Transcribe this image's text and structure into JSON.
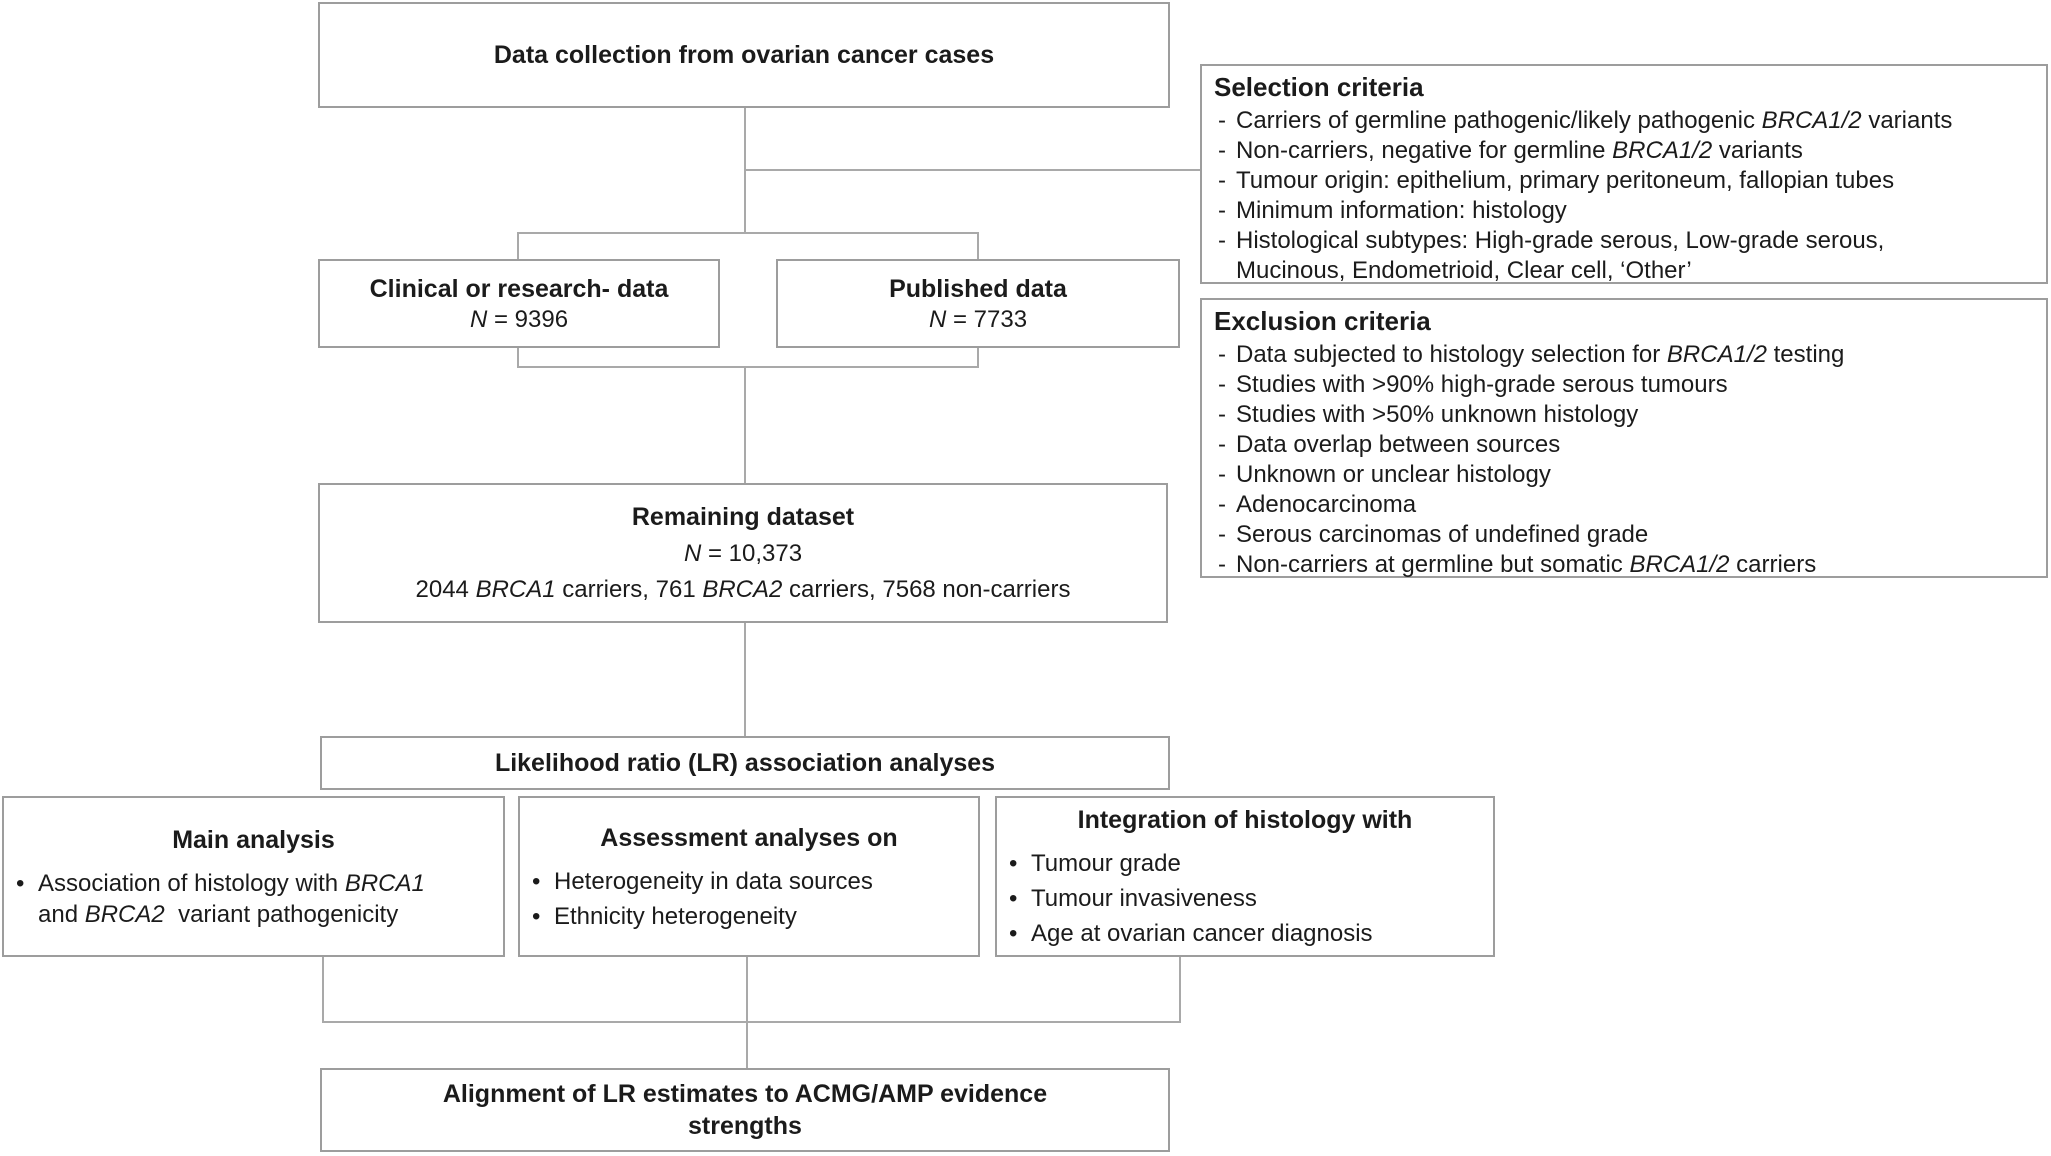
{
  "figure": {
    "colors": {
      "border": "#9d9d9d",
      "line": "#a9a9a9",
      "text": "#1b1b1b",
      "background": "#ffffff"
    },
    "top_box": {
      "title": "Data collection from ovarian cancer cases"
    },
    "clinical_box": {
      "title": "Clinical or research- data",
      "n_line": [
        {
          "t": "N",
          "i": true
        },
        {
          "t": " = 9396"
        }
      ]
    },
    "published_box": {
      "title": "Published data",
      "n_line": [
        {
          "t": "N",
          "i": true
        },
        {
          "t": " = 7733"
        }
      ]
    },
    "selection_box": {
      "heading": "Selection criteria",
      "marker": "-",
      "items": [
        [
          {
            "t": "Carriers of germline pathogenic/likely pathogenic "
          },
          {
            "t": "BRCA1/2",
            "i": true
          },
          {
            "t": " variants"
          }
        ],
        [
          {
            "t": "Non-carriers, negative for germline "
          },
          {
            "t": "BRCA1/2",
            "i": true
          },
          {
            "t": " variants"
          }
        ],
        [
          {
            "t": "Tumour origin: epithelium, primary peritoneum, fallopian tubes"
          }
        ],
        [
          {
            "t": "Minimum information: histology"
          }
        ],
        [
          {
            "t": "Histological subtypes: High-grade serous, Low-grade serous,"
          },
          {
            "br": true
          },
          {
            "t": "Mucinous, Endometrioid, Clear cell, ‘Other’"
          }
        ]
      ]
    },
    "exclusion_box": {
      "heading": "Exclusion criteria",
      "marker": "-",
      "items": [
        [
          {
            "t": "Data subjected to histology selection for "
          },
          {
            "t": "BRCA1/2",
            "i": true
          },
          {
            "t": " testing"
          }
        ],
        [
          {
            "t": "Studies with >90% high-grade serous tumours"
          }
        ],
        [
          {
            "t": "Studies with >50% unknown histology"
          }
        ],
        [
          {
            "t": "Data overlap between sources"
          }
        ],
        [
          {
            "t": "Unknown or unclear histology"
          }
        ],
        [
          {
            "t": "Adenocarcinoma"
          }
        ],
        [
          {
            "t": "Serous carcinomas of undefined grade"
          }
        ],
        [
          {
            "t": "Non-carriers at germline but somatic "
          },
          {
            "t": "BRCA1/2",
            "i": true
          },
          {
            "t": " carriers"
          }
        ]
      ]
    },
    "remaining_box": {
      "title": "Remaining dataset",
      "n_line": [
        {
          "t": "N",
          "i": true
        },
        {
          "t": " = 10,373"
        }
      ],
      "detail_line": [
        {
          "t": "2044 "
        },
        {
          "t": "BRCA1",
          "i": true
        },
        {
          "t": " carriers, 761 "
        },
        {
          "t": "BRCA2",
          "i": true
        },
        {
          "t": " carriers, 7568 non-carriers"
        }
      ]
    },
    "lr_box": {
      "title": "Likelihood ratio (LR) association analyses"
    },
    "main_analysis_box": {
      "title": "Main analysis",
      "marker": "•",
      "items": [
        [
          {
            "t": "Association of histology with "
          },
          {
            "t": "BRCA1",
            "i": true
          },
          {
            "br": true
          },
          {
            "t": "and "
          },
          {
            "t": "BRCA2",
            "i": true
          },
          {
            "t": "  variant pathogenicity"
          }
        ]
      ]
    },
    "assessment_box": {
      "title": "Assessment analyses on",
      "marker": "•",
      "items": [
        [
          {
            "t": "Heterogeneity in data sources"
          }
        ],
        [
          {
            "t": "Ethnicity heterogeneity"
          }
        ]
      ]
    },
    "integration_box": {
      "title": "Integration of histology with",
      "marker": "•",
      "items": [
        [
          {
            "t": "Tumour grade"
          }
        ],
        [
          {
            "t": "Tumour invasiveness"
          }
        ],
        [
          {
            "t": "Age at ovarian cancer diagnosis"
          }
        ]
      ]
    },
    "alignment_box": {
      "title_rich": [
        {
          "t": "Alignment of LR estimates to ACMG/AMP evidence"
        },
        {
          "br": true
        },
        {
          "t": "strengths"
        }
      ]
    }
  }
}
